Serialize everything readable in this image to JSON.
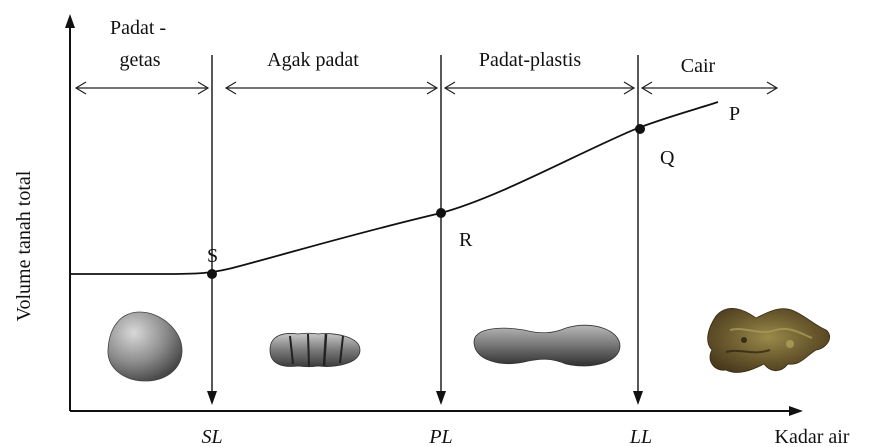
{
  "title": "",
  "axes": {
    "y_label": "Volume tanah total",
    "x_label": "Kadar air"
  },
  "states": [
    {
      "line1": "Padat -",
      "line2": "getas"
    },
    {
      "line1": "Agak padat"
    },
    {
      "line1": "Padat-plastis"
    },
    {
      "line1": "Cair"
    }
  ],
  "limits": [
    "SL",
    "PL",
    "LL"
  ],
  "points": {
    "S": "S",
    "R": "R",
    "Q": "Q",
    "P": "P"
  },
  "colors": {
    "line": "#111111",
    "soil_dry": "#6e6e6e",
    "soil_liquid": "#6b5a2e"
  }
}
